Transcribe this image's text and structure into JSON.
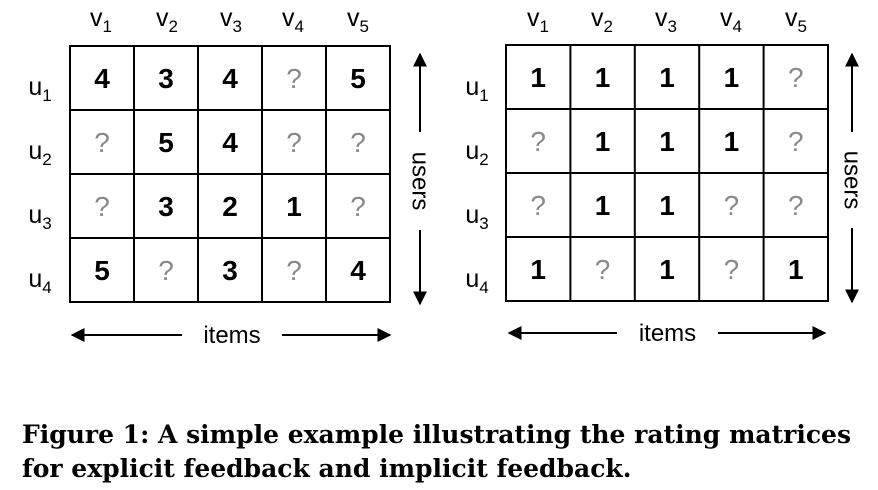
{
  "matrices": [
    {
      "item_labels": [
        "v1",
        "v2",
        "v3",
        "v4",
        "v5"
      ],
      "user_labels": [
        "u1",
        "u2",
        "u3",
        "u4"
      ],
      "cells": [
        [
          "4",
          "3",
          "4",
          "?",
          "5"
        ],
        [
          "?",
          "5",
          "4",
          "?",
          "?"
        ],
        [
          "?",
          "3",
          "2",
          "1",
          "?"
        ],
        [
          "5",
          "?",
          "3",
          "?",
          "4"
        ]
      ],
      "items_axis_label": "items",
      "users_axis_label": "users"
    },
    {
      "item_labels": [
        "v1",
        "v2",
        "v3",
        "v4",
        "v5"
      ],
      "user_labels": [
        "u1",
        "u2",
        "u3",
        "u4"
      ],
      "cells": [
        [
          "1",
          "1",
          "1",
          "1",
          "?"
        ],
        [
          "?",
          "1",
          "1",
          "1",
          "?"
        ],
        [
          "?",
          "1",
          "1",
          "?",
          "?"
        ],
        [
          "1",
          "?",
          "1",
          "?",
          "1"
        ]
      ],
      "items_axis_label": "items",
      "users_axis_label": "users"
    }
  ],
  "colors": {
    "known": "#000000",
    "unknown": "#8a8a8a"
  },
  "caption": "Figure 1: A simple example illustrating the rating matrices for explicit feedback and implicit feedback."
}
